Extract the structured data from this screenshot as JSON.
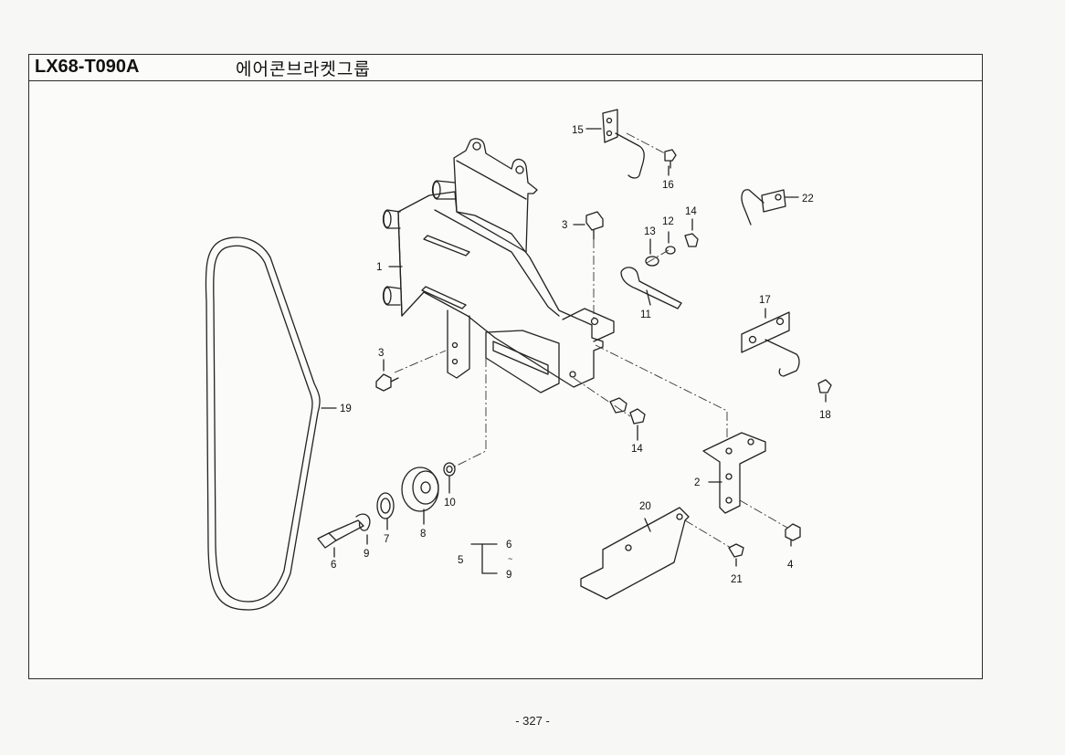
{
  "header": {
    "model_code": "LX68-T090A",
    "group_name": "에어콘브라켓그룹"
  },
  "callouts": {
    "c1": "1",
    "c2": "2",
    "c3a": "3",
    "c3b": "3",
    "c4": "4",
    "c5": "5",
    "c6a": "6",
    "c6b": "6",
    "c7": "7",
    "c8": "8",
    "c9a": "9",
    "c9b": "9",
    "c10": "10",
    "c11": "11",
    "c12": "12",
    "c13": "13",
    "c14a": "14",
    "c14b": "14",
    "c15": "15",
    "c16": "16",
    "c17": "17",
    "c18": "18",
    "c19": "19",
    "c20": "20",
    "c21": "21",
    "c22": "22",
    "range_sep": "~"
  },
  "footer": {
    "page_number": "- 327 -"
  }
}
